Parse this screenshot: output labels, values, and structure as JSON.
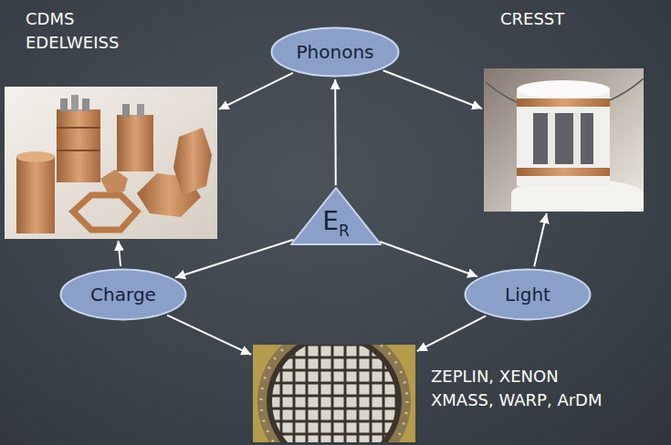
{
  "diagram": {
    "nodes": [
      {
        "text": [
          "CDMS EDELWEISS"
        ]
      },
      {
        "text": [
          "Phonons"
        ]
      },
      {
        "text": [
          "CRESST"
        ]
      },
      {
        "text": [
          "E",
          "R"
        ]
      },
      {
        "text": [
          "Charge"
        ]
      },
      {
        "text": [
          "Light"
        ]
      },
      {
        "text": [
          "ZEPLIN, XENON XMASS, WARP, ArDM"
        ]
      }
    ],
    "edges": [
      {
        "from": 3,
        "to": 1,
        "arrow": "to"
      },
      {
        "from": 1,
        "to": 0,
        "arrow": "to"
      },
      {
        "from": 1,
        "to": 2,
        "arrow": "to"
      },
      {
        "from": 3,
        "to": 4,
        "arrow": "to"
      },
      {
        "from": 3,
        "to": 5,
        "arrow": "to"
      },
      {
        "from": 4,
        "to": 0,
        "arrow": "to"
      },
      {
        "from": 5,
        "to": 2,
        "arrow": "to"
      },
      {
        "from": 4,
        "to": 6,
        "arrow": "to"
      },
      {
        "from": 5,
        "to": 6,
        "arrow": "to"
      }
    ]
  }
}
